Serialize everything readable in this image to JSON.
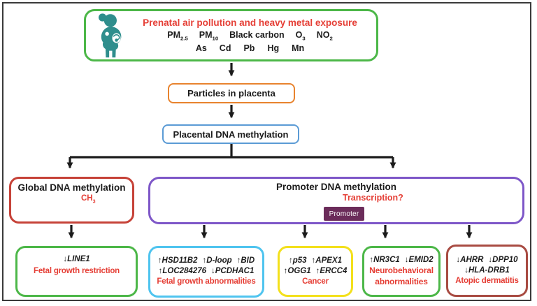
{
  "colors": {
    "green": "#4cb748",
    "orange": "#e8832e",
    "blue": "#5b9bd5",
    "red_border": "#c64238",
    "purple": "#7e57c8",
    "cyan": "#4fc4ef",
    "yellow": "#f3e01c",
    "dark_red": "#a84b42",
    "accent_red": "#e53e35",
    "teal": "#2f8e8d",
    "promoter_fill": "#6b2c5a",
    "dna_red": "#c23a2e",
    "dna_blue": "#2d6ea9",
    "arrow_black": "#1b1b1b"
  },
  "exposure": {
    "title": "Prenatal air pollution and heavy metal exposure",
    "pollutants": [
      {
        "base": "PM",
        "sub": "2.5"
      },
      {
        "base": "PM",
        "sub": "10"
      },
      {
        "base": "Black carbon",
        "sub": ""
      },
      {
        "base": "O",
        "sub": "3"
      },
      {
        "base": "NO",
        "sub": "2"
      }
    ],
    "metals": [
      "As",
      "Cd",
      "Pb",
      "Hg",
      "Mn"
    ]
  },
  "particles": {
    "label": "Particles in placenta"
  },
  "placental": {
    "label": "Placental DNA methylation"
  },
  "global_methylation": {
    "title": "Global DNA methylation",
    "ch3": {
      "base": "CH",
      "sub": "3"
    }
  },
  "promoter_methylation": {
    "title": "Promoter DNA methylation",
    "transcription": "Transcription?",
    "promoter": "Promoter"
  },
  "outcomes": [
    {
      "border_color": "green",
      "gene_lines": [
        [
          "↓LINE1"
        ]
      ],
      "label": "Fetal growth restriction"
    },
    {
      "border_color": "cyan",
      "gene_lines": [
        [
          "↑HSD11B2",
          "↑D-loop",
          "↑BID"
        ],
        [
          "↑LOC284276",
          "↓PCDHAC1"
        ]
      ],
      "label": "Fetal growth abnormalities"
    },
    {
      "border_color": "yellow",
      "gene_lines": [
        [
          "↑p53",
          "↑APEX1"
        ],
        [
          "↑OGG1",
          "↑ERCC4"
        ]
      ],
      "label": "Cancer"
    },
    {
      "border_color": "green",
      "gene_lines": [
        [
          "↑NR3C1",
          "↓EMID2"
        ]
      ],
      "label": "Neurobehavioral abnormalities"
    },
    {
      "border_color": "dark_red",
      "gene_lines": [
        [
          "↓AHRR",
          "↓DPP10"
        ],
        [
          "↓HLA-DRB1"
        ]
      ],
      "label": "Atopic dermatitis"
    }
  ]
}
